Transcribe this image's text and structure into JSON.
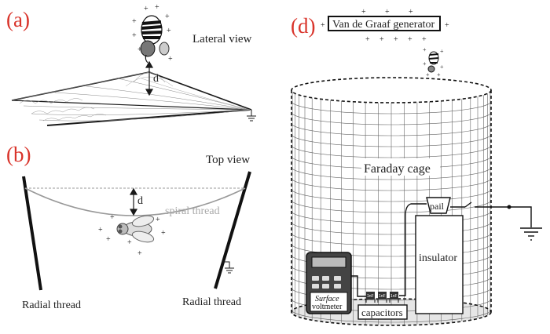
{
  "panels": {
    "a": {
      "tag": "(a)",
      "view_label": "Lateral view",
      "distance_label": "d"
    },
    "b": {
      "tag": "(b)",
      "view_label": "Top view",
      "distance_label": "d",
      "spiral_label": "spiral thread",
      "radial_left": "Radial thread",
      "radial_right": "Radial thread"
    },
    "d": {
      "tag": "(d)",
      "generator_label": "Van de Graaf generator",
      "cage_label": "Faraday cage",
      "pail_label": "pail",
      "insulator_label": "insulator",
      "voltmeter_label_1": "Surface",
      "voltmeter_label_2": "voltmeter",
      "capacitors_label": "capacitors",
      "cap_labels": [
        "1nF",
        "1nF",
        "1nF"
      ]
    }
  },
  "colors": {
    "panel_tag": "#d9342b",
    "line": "#1a1a1a",
    "grid": "#555555",
    "spiral": "#999999"
  }
}
